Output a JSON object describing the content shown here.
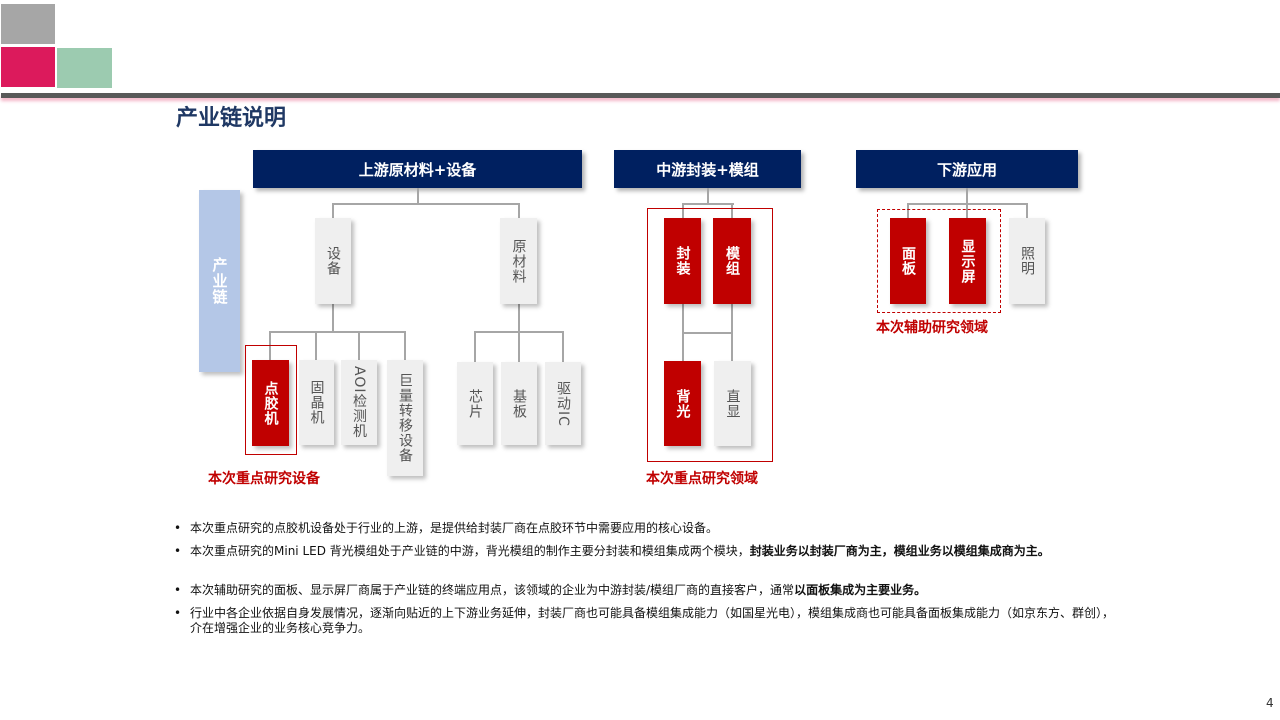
{
  "title": "产业链说明",
  "side_label": "产业链",
  "headers": {
    "upstream": "上游原材料+设备",
    "midstream": "中游封装+模组",
    "downstream": "下游应用"
  },
  "upstream": {
    "equipment": "设备",
    "materials": "原材料",
    "equipment_items": [
      "点胶机",
      "固晶机",
      "AOI检测机",
      "巨量转移设备"
    ],
    "material_items": [
      "芯片",
      "基板",
      "驱动IC"
    ],
    "focus_label": "本次重点研究设备"
  },
  "midstream": {
    "items": [
      "封装",
      "模组",
      "背光",
      "直显"
    ],
    "focus_label": "本次重点研究领域"
  },
  "downstream": {
    "items": [
      "面板",
      "显示屏",
      "照明"
    ],
    "aux_label": "本次辅助研究领域"
  },
  "bullets": [
    {
      "text": "本次重点研究的点胶机设备处于行业的上游，是提供给封装厂商在点胶环节中需要应用的核心设备。",
      "bold": ""
    },
    {
      "text": "本次重点研究的Mini LED 背光模组处于产业链的中游，背光模组的制作主要分封装和模组集成两个模块，",
      "bold": "封装业务以封装厂商为主，模组业务以模组集成商为主。"
    },
    {
      "text": "本次辅助研究的面板、显示屏厂商属于产业链的终端应用点，该领域的企业为中游封装/模组厂商的直接客户，通常",
      "bold": "以面板集成为主要业务。"
    },
    {
      "text": "行业中各企业依据自身发展情况，逐渐向贴近的上下游业务延伸，封装厂商也可能具备模组集成能力（如国星光电），模组集成商也可能具备面板集成能力（如京东方、群创），介在增强企业的业务核心竞争力。",
      "bold": ""
    }
  ],
  "page_number": "4",
  "colors": {
    "navy": "#002060",
    "red": "#c00000",
    "side": "#b4c7e7",
    "deco_grey": "#a6a6a6",
    "deco_pink": "#dc1a5c",
    "deco_green": "#9ccbb0"
  }
}
